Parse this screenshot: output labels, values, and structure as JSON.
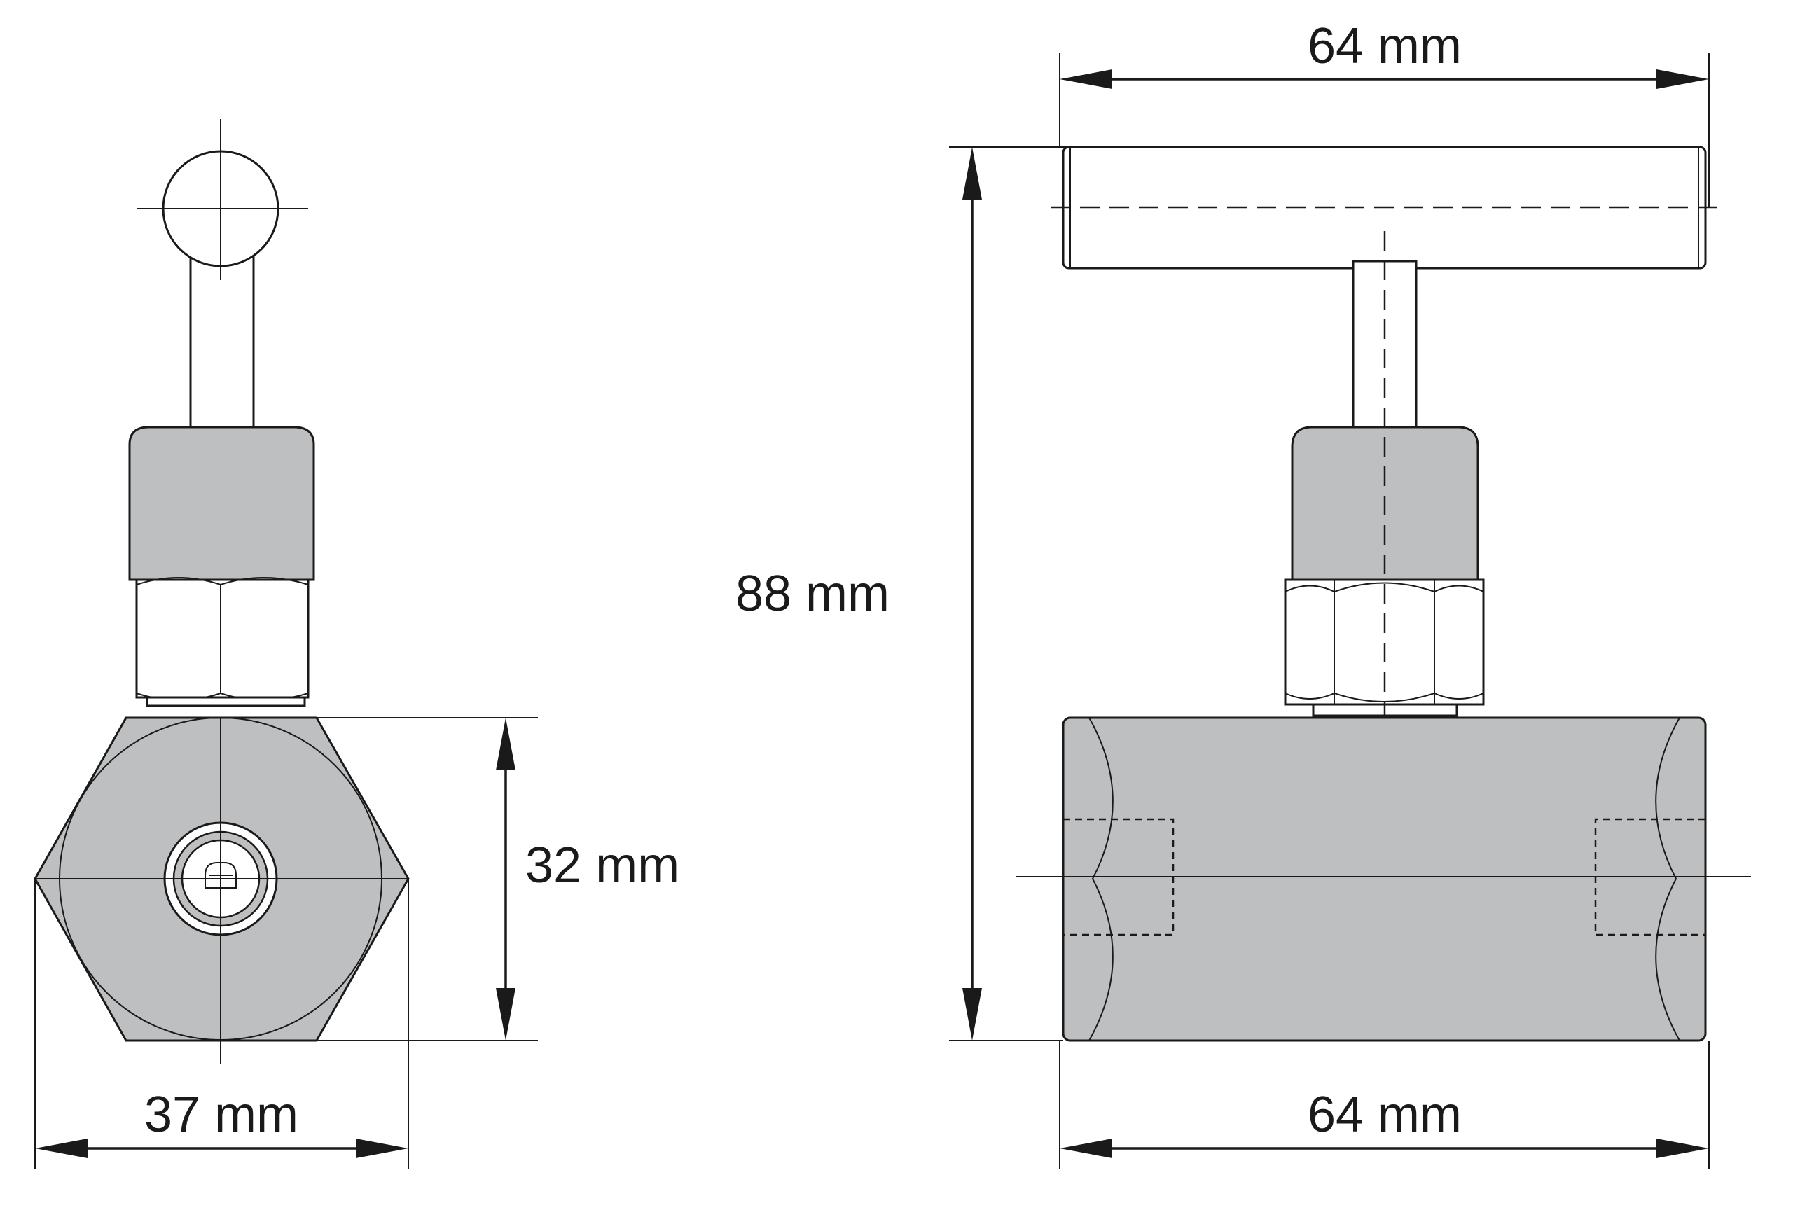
{
  "colors": {
    "body": "#bdbfc1",
    "line": "#1a1a1a",
    "background": "#ffffff"
  },
  "dimensions": {
    "side_width": "37 mm",
    "side_height": "32 mm",
    "total_height": "88 mm",
    "handle_length": "64 mm",
    "body_length": "64 mm"
  }
}
